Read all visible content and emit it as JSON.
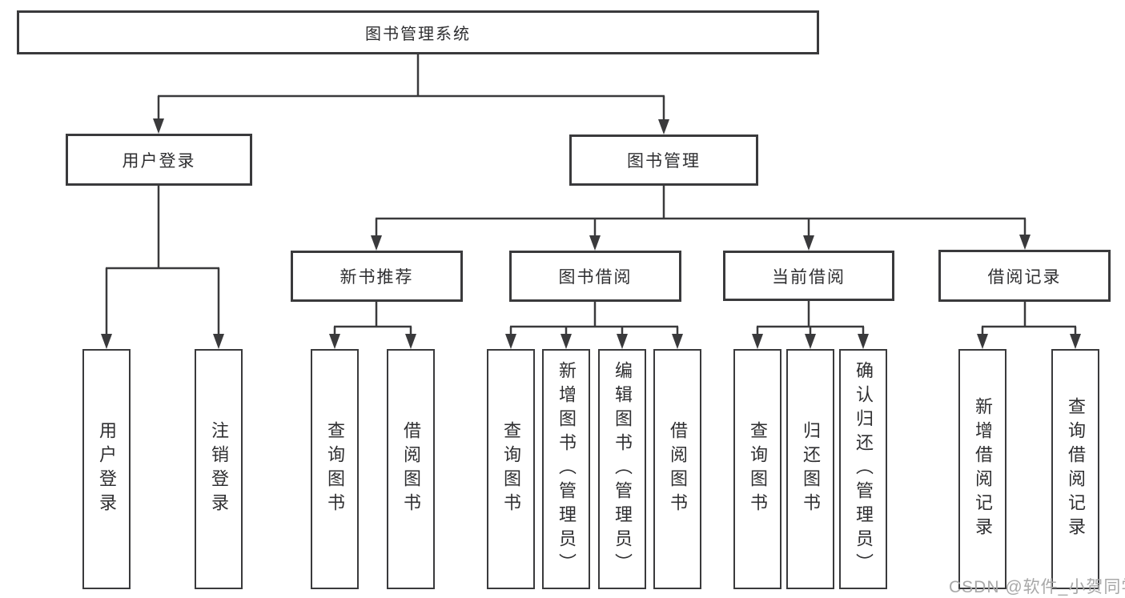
{
  "nodes": {
    "root": "图书管理系统",
    "level2": [
      "用户登录",
      "图书管理"
    ],
    "level3": [
      "新书推荐",
      "图书借阅",
      "当前借阅",
      "借阅记录"
    ],
    "leaves_login": [
      "用户登录",
      "注销登录"
    ],
    "leaves_new_book": [
      "查询图书",
      "借阅图书"
    ],
    "leaves_borrow": [
      "查询图书",
      "新增图书（管理员）",
      "编辑图书（管理员）",
      "借阅图书"
    ],
    "leaves_current": [
      "查询图书",
      "归还图书",
      "确认归还（管理员）"
    ],
    "leaves_records": [
      "新增借阅记录",
      "查询借阅记录"
    ]
  },
  "watermark": "CSDN @软件_小贺同学",
  "colors": {
    "line": "#3a3a3c",
    "text": "#2f2f31",
    "watermark": "#a8a8a8",
    "background": "#ffffff"
  }
}
